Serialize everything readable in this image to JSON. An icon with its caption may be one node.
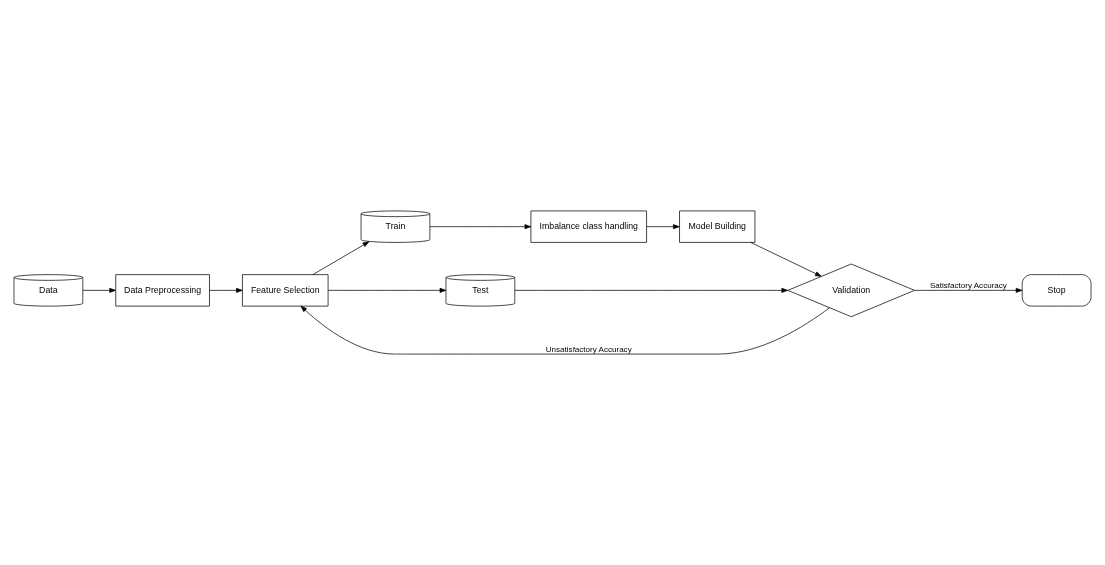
{
  "diagram": {
    "nodes": [
      {
        "text": [
          "Data"
        ]
      },
      {
        "text": [
          "Data Preprocessing"
        ]
      },
      {
        "text": [
          "Feature Selection"
        ]
      },
      {
        "text": [
          "Train"
        ]
      },
      {
        "text": [
          "Test"
        ]
      },
      {
        "text": [
          "Imbalance class handling"
        ]
      },
      {
        "text": [
          "Model Building"
        ]
      },
      {
        "text": [
          "Validation"
        ]
      },
      {
        "text": [
          "Stop"
        ]
      }
    ],
    "edges": [
      {
        "from": 0,
        "to": 1,
        "arrow": "to"
      },
      {
        "from": 1,
        "to": 2,
        "arrow": "to"
      },
      {
        "from": 2,
        "to": 3,
        "arrow": "to"
      },
      {
        "from": 2,
        "to": 4,
        "arrow": "to"
      },
      {
        "from": 3,
        "to": 5,
        "arrow": "to"
      },
      {
        "from": 5,
        "to": 6,
        "arrow": "to"
      },
      {
        "from": 4,
        "to": 7,
        "arrow": "to"
      },
      {
        "from": 6,
        "to": 7,
        "arrow": "to"
      },
      {
        "from": 7,
        "to": 2,
        "arrow": "to",
        "label": "Unsatisfactory Accuracy"
      },
      {
        "from": 7,
        "to": 8,
        "arrow": "to",
        "label": "Satisfactory Accuracy"
      }
    ]
  }
}
